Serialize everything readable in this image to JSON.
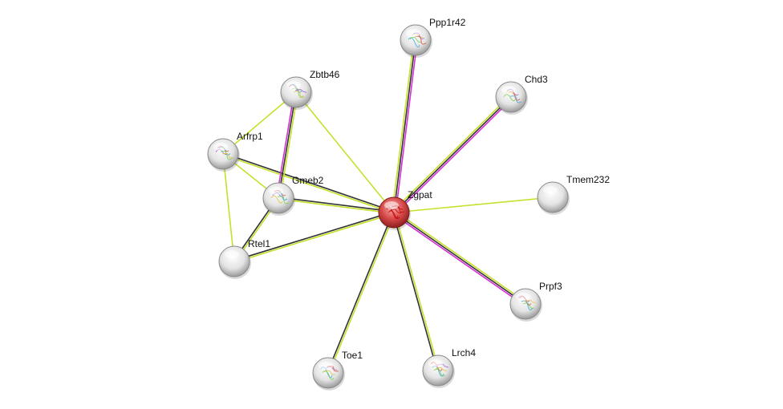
{
  "network": {
    "center": "Zgpat",
    "colors": {
      "textmining": "#c7e02b",
      "coexpression": "#333333",
      "experiments": "#d62fd6",
      "center_node": "#d23a3a",
      "other_node": "#e6e6e6"
    },
    "nodes": [
      {
        "id": "Zgpat",
        "label": "Zgpat",
        "center": true,
        "structure": true
      },
      {
        "id": "Ppp1r42",
        "label": "Ppp1r42",
        "structure": true
      },
      {
        "id": "Chd3",
        "label": "Chd3",
        "structure": true
      },
      {
        "id": "Tmem232",
        "label": "Tmem232",
        "structure": false
      },
      {
        "id": "Prpf3",
        "label": "Prpf3",
        "structure": true
      },
      {
        "id": "Lrch4",
        "label": "Lrch4",
        "structure": true
      },
      {
        "id": "Toe1",
        "label": "Toe1",
        "structure": true
      },
      {
        "id": "Rtel1",
        "label": "Rtel1",
        "structure": false
      },
      {
        "id": "Gmeb2",
        "label": "Gmeb2",
        "structure": true
      },
      {
        "id": "Arfrp1",
        "label": "Arfrp1",
        "structure": true
      },
      {
        "id": "Zbtb46",
        "label": "Zbtb46",
        "structure": true
      }
    ],
    "edges": [
      {
        "source": "Zgpat",
        "target": "Ppp1r42",
        "evidence": [
          "textmining",
          "coexpression",
          "experiments"
        ]
      },
      {
        "source": "Zgpat",
        "target": "Chd3",
        "evidence": [
          "textmining",
          "coexpression",
          "experiments"
        ]
      },
      {
        "source": "Zgpat",
        "target": "Tmem232",
        "evidence": [
          "textmining"
        ]
      },
      {
        "source": "Zgpat",
        "target": "Prpf3",
        "evidence": [
          "textmining",
          "coexpression",
          "experiments"
        ]
      },
      {
        "source": "Zgpat",
        "target": "Lrch4",
        "evidence": [
          "textmining",
          "coexpression"
        ]
      },
      {
        "source": "Zgpat",
        "target": "Toe1",
        "evidence": [
          "textmining",
          "coexpression"
        ]
      },
      {
        "source": "Zgpat",
        "target": "Rtel1",
        "evidence": [
          "textmining",
          "coexpression"
        ]
      },
      {
        "source": "Zgpat",
        "target": "Gmeb2",
        "evidence": [
          "textmining",
          "coexpression"
        ]
      },
      {
        "source": "Zgpat",
        "target": "Arfrp1",
        "evidence": [
          "textmining",
          "coexpression"
        ]
      },
      {
        "source": "Zgpat",
        "target": "Zbtb46",
        "evidence": [
          "textmining"
        ]
      },
      {
        "source": "Zbtb46",
        "target": "Gmeb2",
        "evidence": [
          "textmining",
          "coexpression",
          "experiments"
        ]
      },
      {
        "source": "Zbtb46",
        "target": "Arfrp1",
        "evidence": [
          "textmining"
        ]
      },
      {
        "source": "Arfrp1",
        "target": "Gmeb2",
        "evidence": [
          "textmining"
        ]
      },
      {
        "source": "Arfrp1",
        "target": "Rtel1",
        "evidence": [
          "textmining"
        ]
      },
      {
        "source": "Gmeb2",
        "target": "Rtel1",
        "evidence": [
          "textmining",
          "coexpression"
        ]
      }
    ]
  }
}
